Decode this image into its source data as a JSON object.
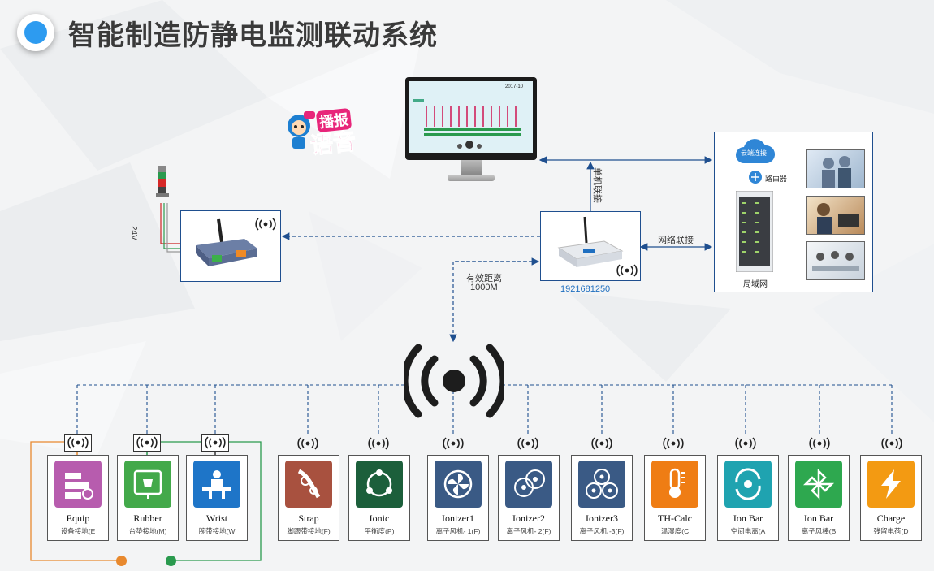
{
  "title": "智能制造防静电监测联动系统",
  "voice_badge": {
    "line1": "播报",
    "line2": "语音"
  },
  "alarm_light": {
    "voltage": "24V"
  },
  "links": {
    "single_machine": "单机联接",
    "network": "网络联接",
    "effective_distance": "有效距离",
    "distance_value": "1000M",
    "gateway_ip": "1921681250"
  },
  "lan_panel": {
    "cloud": "云端连接",
    "router": "路由器",
    "label": "局域网"
  },
  "monitor_screen": {
    "date": "2017-10"
  },
  "devices": [
    {
      "en": "Equip",
      "cn": "设备接地(E",
      "color": "#b75cae",
      "icon": "equip-icon"
    },
    {
      "en": "Rubber",
      "cn": "台垫接地(M)",
      "color": "#43a94a",
      "icon": "rubber-mat-icon"
    },
    {
      "en": "Wrist",
      "cn": "腕带接地(W",
      "color": "#1e75c8",
      "icon": "wrist-strap-icon"
    },
    {
      "en": "Strap",
      "cn": "脚跟带接地(F)",
      "color": "#a8513f",
      "icon": "heel-strap-icon"
    },
    {
      "en": "Ionic",
      "cn": "平衡度(P)",
      "color": "#1c5f3b",
      "icon": "ionic-balance-icon"
    },
    {
      "en": "Ionizer1",
      "cn": "离子风机- 1(F)",
      "color": "#3a5a85",
      "icon": "fan-single-icon"
    },
    {
      "en": "Ionizer2",
      "cn": "离子风机- 2(F)",
      "color": "#3a5a85",
      "icon": "fan-double-icon"
    },
    {
      "en": "Ionizer3",
      "cn": "离子风机 -3(F)",
      "color": "#3a5a85",
      "icon": "fan-triple-icon"
    },
    {
      "en": "TH-Calc",
      "cn": "温湿度(C",
      "color": "#ef7d14",
      "icon": "thermo-humidity-icon"
    },
    {
      "en": "Ion Bar",
      "cn": "空间电离(A",
      "color": "#1fa3b0",
      "icon": "ion-bar-cycle-icon"
    },
    {
      "en": "Ion Bar",
      "cn": "离子风棒(B",
      "color": "#2ea84f",
      "icon": "ion-bar-fan-icon"
    },
    {
      "en": "Charge",
      "cn": "残留电荷(D",
      "color": "#f39a12",
      "icon": "charge-bolt-icon"
    }
  ],
  "colors": {
    "link": "#1f4f8f",
    "orange_wire": "#e8892e",
    "green_wire": "#2a9a4e",
    "accent": "#2d9bf0"
  }
}
